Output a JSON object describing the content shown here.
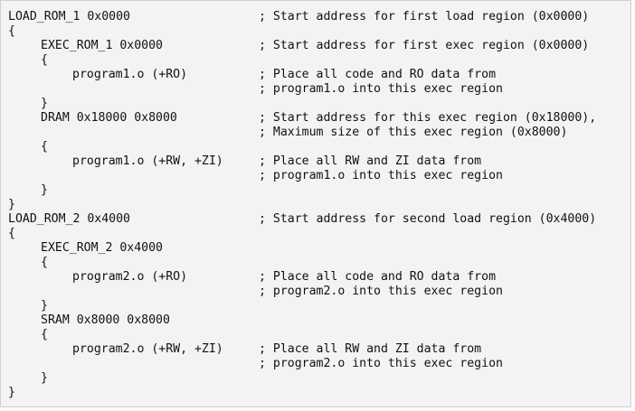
{
  "lines": [
    {
      "indent": 0,
      "code": "LOAD_ROM_1 0x0000",
      "comment": "; Start address for first load region (0x0000)"
    },
    {
      "indent": 0,
      "code": "{",
      "comment": ""
    },
    {
      "indent": 1,
      "code": "EXEC_ROM_1 0x0000",
      "comment": "; Start address for first exec region (0x0000)"
    },
    {
      "indent": 1,
      "code": "{",
      "comment": ""
    },
    {
      "indent": 2,
      "code": "program1.o (+RO)",
      "comment": "; Place all code and RO data from"
    },
    {
      "indent": 2,
      "code": "",
      "comment": "; program1.o into this exec region"
    },
    {
      "indent": 1,
      "code": "}",
      "comment": ""
    },
    {
      "indent": 1,
      "code": "DRAM 0x18000 0x8000",
      "comment": "; Start address for this exec region (0x18000),"
    },
    {
      "indent": 1,
      "code": "",
      "comment": "; Maximum size of this exec region (0x8000)"
    },
    {
      "indent": 1,
      "code": "{",
      "comment": ""
    },
    {
      "indent": 2,
      "code": "program1.o (+RW, +ZI)",
      "comment": "; Place all RW and ZI data from"
    },
    {
      "indent": 2,
      "code": "",
      "comment": "; program1.o into this exec region"
    },
    {
      "indent": 1,
      "code": "}",
      "comment": ""
    },
    {
      "indent": 0,
      "code": "}",
      "comment": ""
    },
    {
      "indent": 0,
      "code": "LOAD_ROM_2 0x4000",
      "comment": "; Start address for second load region (0x4000)"
    },
    {
      "indent": 0,
      "code": "{",
      "comment": ""
    },
    {
      "indent": 1,
      "code": "EXEC_ROM_2 0x4000",
      "comment": ""
    },
    {
      "indent": 1,
      "code": "{",
      "comment": ""
    },
    {
      "indent": 2,
      "code": "program2.o (+RO)",
      "comment": "; Place all code and RO data from"
    },
    {
      "indent": 2,
      "code": "",
      "comment": "; program2.o into this exec region"
    },
    {
      "indent": 1,
      "code": "}",
      "comment": ""
    },
    {
      "indent": 1,
      "code": "SRAM 0x8000 0x8000",
      "comment": ""
    },
    {
      "indent": 1,
      "code": "{",
      "comment": ""
    },
    {
      "indent": 2,
      "code": "program2.o (+RW, +ZI)",
      "comment": "; Place all RW and ZI data from"
    },
    {
      "indent": 2,
      "code": "",
      "comment": "; program2.o into this exec region"
    },
    {
      "indent": 1,
      "code": "}",
      "comment": ""
    },
    {
      "indent": 0,
      "code": "}",
      "comment": ""
    }
  ]
}
